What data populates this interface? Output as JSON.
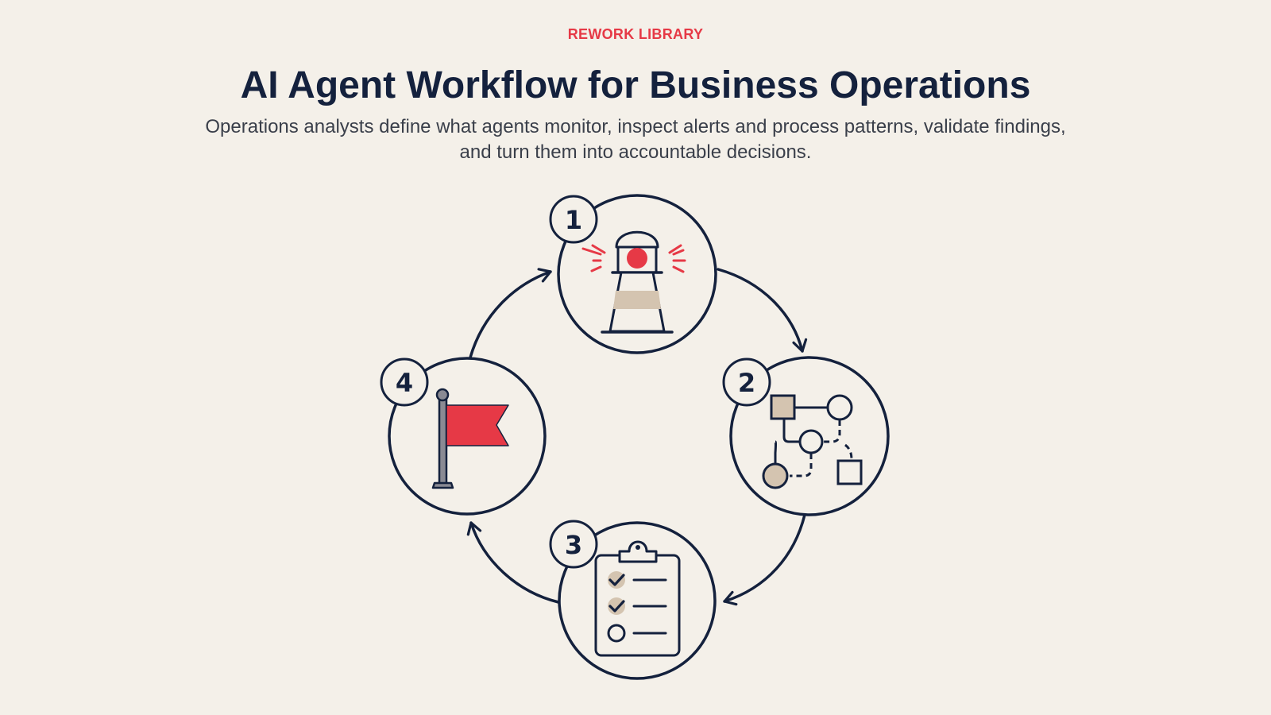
{
  "header": {
    "eyebrow": "REWORK LIBRARY",
    "title": "AI Agent Workflow for Business Operations",
    "subtitle": "Operations analysts define what agents monitor, inspect alerts and process patterns, validate findings, and turn them into accountable decisions."
  },
  "steps": [
    {
      "number": "1",
      "icon": "lighthouse-icon"
    },
    {
      "number": "2",
      "icon": "process-flow-icon"
    },
    {
      "number": "3",
      "icon": "clipboard-checklist-icon"
    },
    {
      "number": "4",
      "icon": "flag-icon"
    }
  ],
  "colors": {
    "background": "#f4f0e9",
    "navy": "#14213d",
    "accent_red": "#e63946",
    "tan": "#d4c4b0",
    "subtitle_text": "#3a3f4a"
  }
}
